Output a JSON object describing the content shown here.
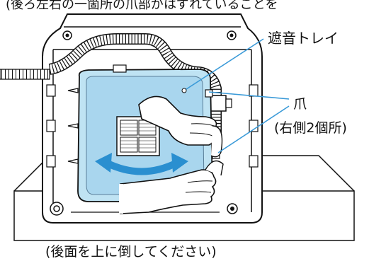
{
  "top_text": "(後ろ左右の一箇所の爪部がはずれていることを",
  "callout_tray": "遮音トレイ",
  "callout_claw": "爪",
  "callout_claw_note": "(右側2個所)",
  "caption": "(後面を上に倒してください)",
  "colors": {
    "tray_fill": "#bfe3f3",
    "tray_inner": "#a9d6ee",
    "arrow_blue": "#2a8fd0",
    "callout_line": "#3a9ad8",
    "line": "#111111",
    "hatch_bg": "#ffffff"
  }
}
